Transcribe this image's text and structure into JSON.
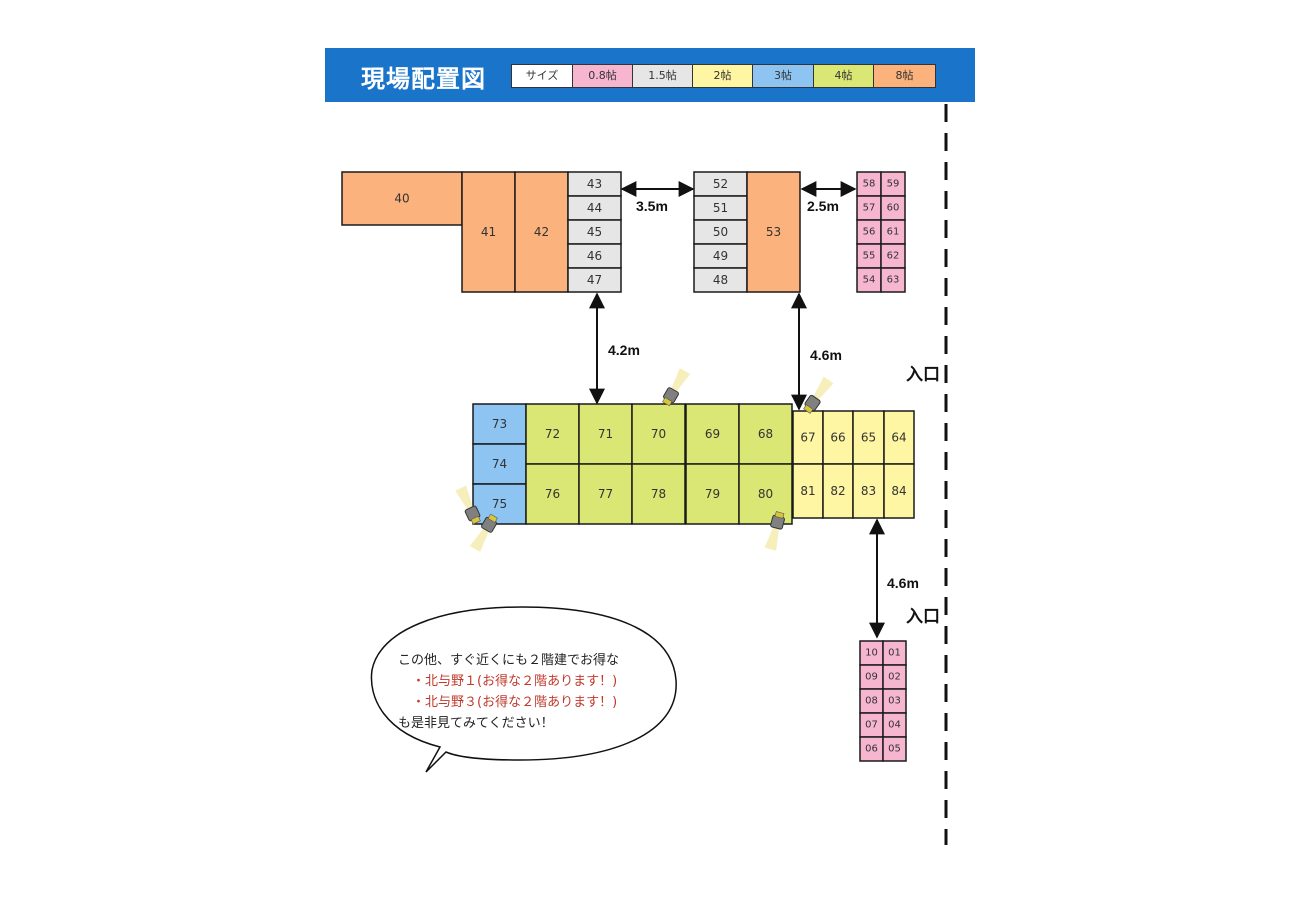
{
  "title": "現場配置図",
  "legend": [
    {
      "label": "サイズ",
      "color": "#ffffff"
    },
    {
      "label": "0.8帖",
      "color": "#f7b6cf"
    },
    {
      "label": "1.5帖",
      "color": "#e6e6e6"
    },
    {
      "label": "2帖",
      "color": "#fff6a3"
    },
    {
      "label": "3帖",
      "color": "#8ec4f2"
    },
    {
      "label": "4帖",
      "color": "#dbe775"
    },
    {
      "label": "8帖",
      "color": "#fbb27c"
    }
  ],
  "units": {
    "u40": "40",
    "u41": "41",
    "u42": "42",
    "u43": "43",
    "u44": "44",
    "u45": "45",
    "u46": "46",
    "u47": "47",
    "u52": "52",
    "u51": "51",
    "u50": "50",
    "u49": "49",
    "u48": "48",
    "u53": "53",
    "u58": "58",
    "u59": "59",
    "u57": "57",
    "u60": "60",
    "u56": "56",
    "u61": "61",
    "u55": "55",
    "u62": "62",
    "u54": "54",
    "u63": "63",
    "u73": "73",
    "u74": "74",
    "u75": "75",
    "u72": "72",
    "u71": "71",
    "u70": "70",
    "u69": "69",
    "u68": "68",
    "u76": "76",
    "u77": "77",
    "u78": "78",
    "u79": "79",
    "u80": "80",
    "u67": "67",
    "u66": "66",
    "u65": "65",
    "u64": "64",
    "u81": "81",
    "u82": "82",
    "u83": "83",
    "u84": "84",
    "u10": "10",
    "u01": "01",
    "u09": "09",
    "u02": "02",
    "u08": "08",
    "u03": "03",
    "u07": "07",
    "u04": "04",
    "u06": "06",
    "u05": "05"
  },
  "dimensions": {
    "d1": "3.5m",
    "d2": "2.5m",
    "d3": "4.2m",
    "d4": "4.6m",
    "d5": "4.6m"
  },
  "entrances": {
    "e1": "入口",
    "e2": "入口"
  },
  "note": {
    "line1": "この他、すぐ近くにも２階建でお得な",
    "line2": "・北与野１(お得な２階あります！)",
    "line3": "・北与野３(お得な２階あります！)",
    "line4": "も是非見てみてください！"
  }
}
